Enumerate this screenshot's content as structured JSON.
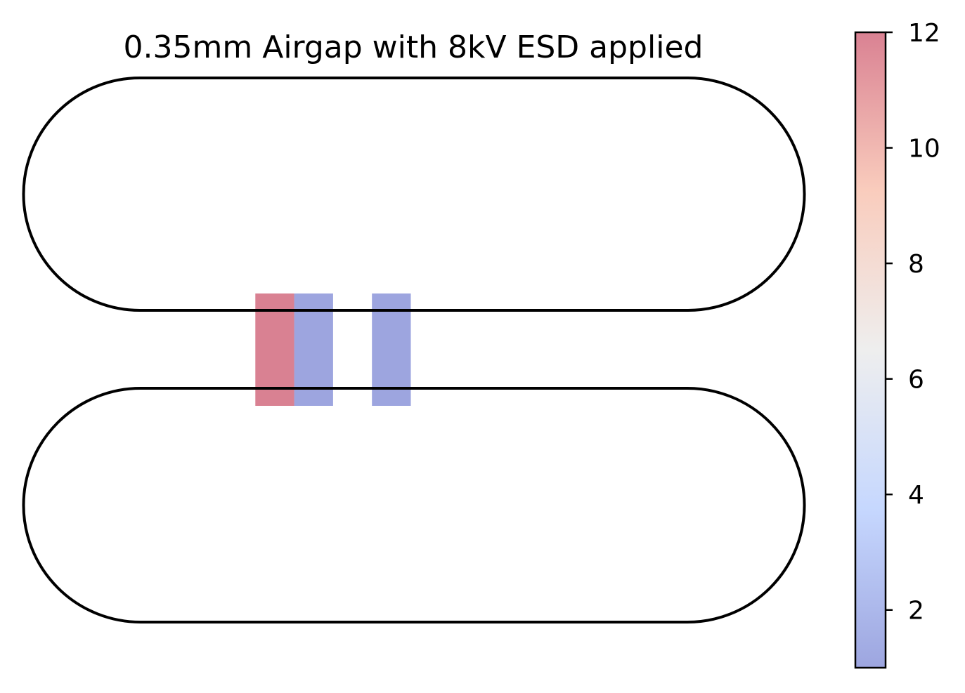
{
  "chart_data": {
    "type": "heatmap",
    "title": "0.35mm Airgap with 8kV ESD applied",
    "xlabel": "",
    "ylabel": "",
    "axes_visible": false,
    "grid": false,
    "shapes": [
      {
        "name": "upper-stadium-outline",
        "kind": "stadium",
        "color": "#000000"
      },
      {
        "name": "lower-stadium-outline",
        "kind": "stadium",
        "color": "#000000"
      }
    ],
    "cells": [
      {
        "column": 1,
        "value": 12
      },
      {
        "column": 2,
        "value": 1
      },
      {
        "column": 4,
        "value": 1
      }
    ],
    "colorbar": {
      "colormap": "coolwarm",
      "alpha": 0.5,
      "range": [
        1,
        12
      ],
      "ticks": [
        2,
        4,
        6,
        8,
        10,
        12
      ],
      "tick_labels": [
        "2",
        "4",
        "6",
        "8",
        "10",
        "12"
      ],
      "placement": "right"
    }
  }
}
